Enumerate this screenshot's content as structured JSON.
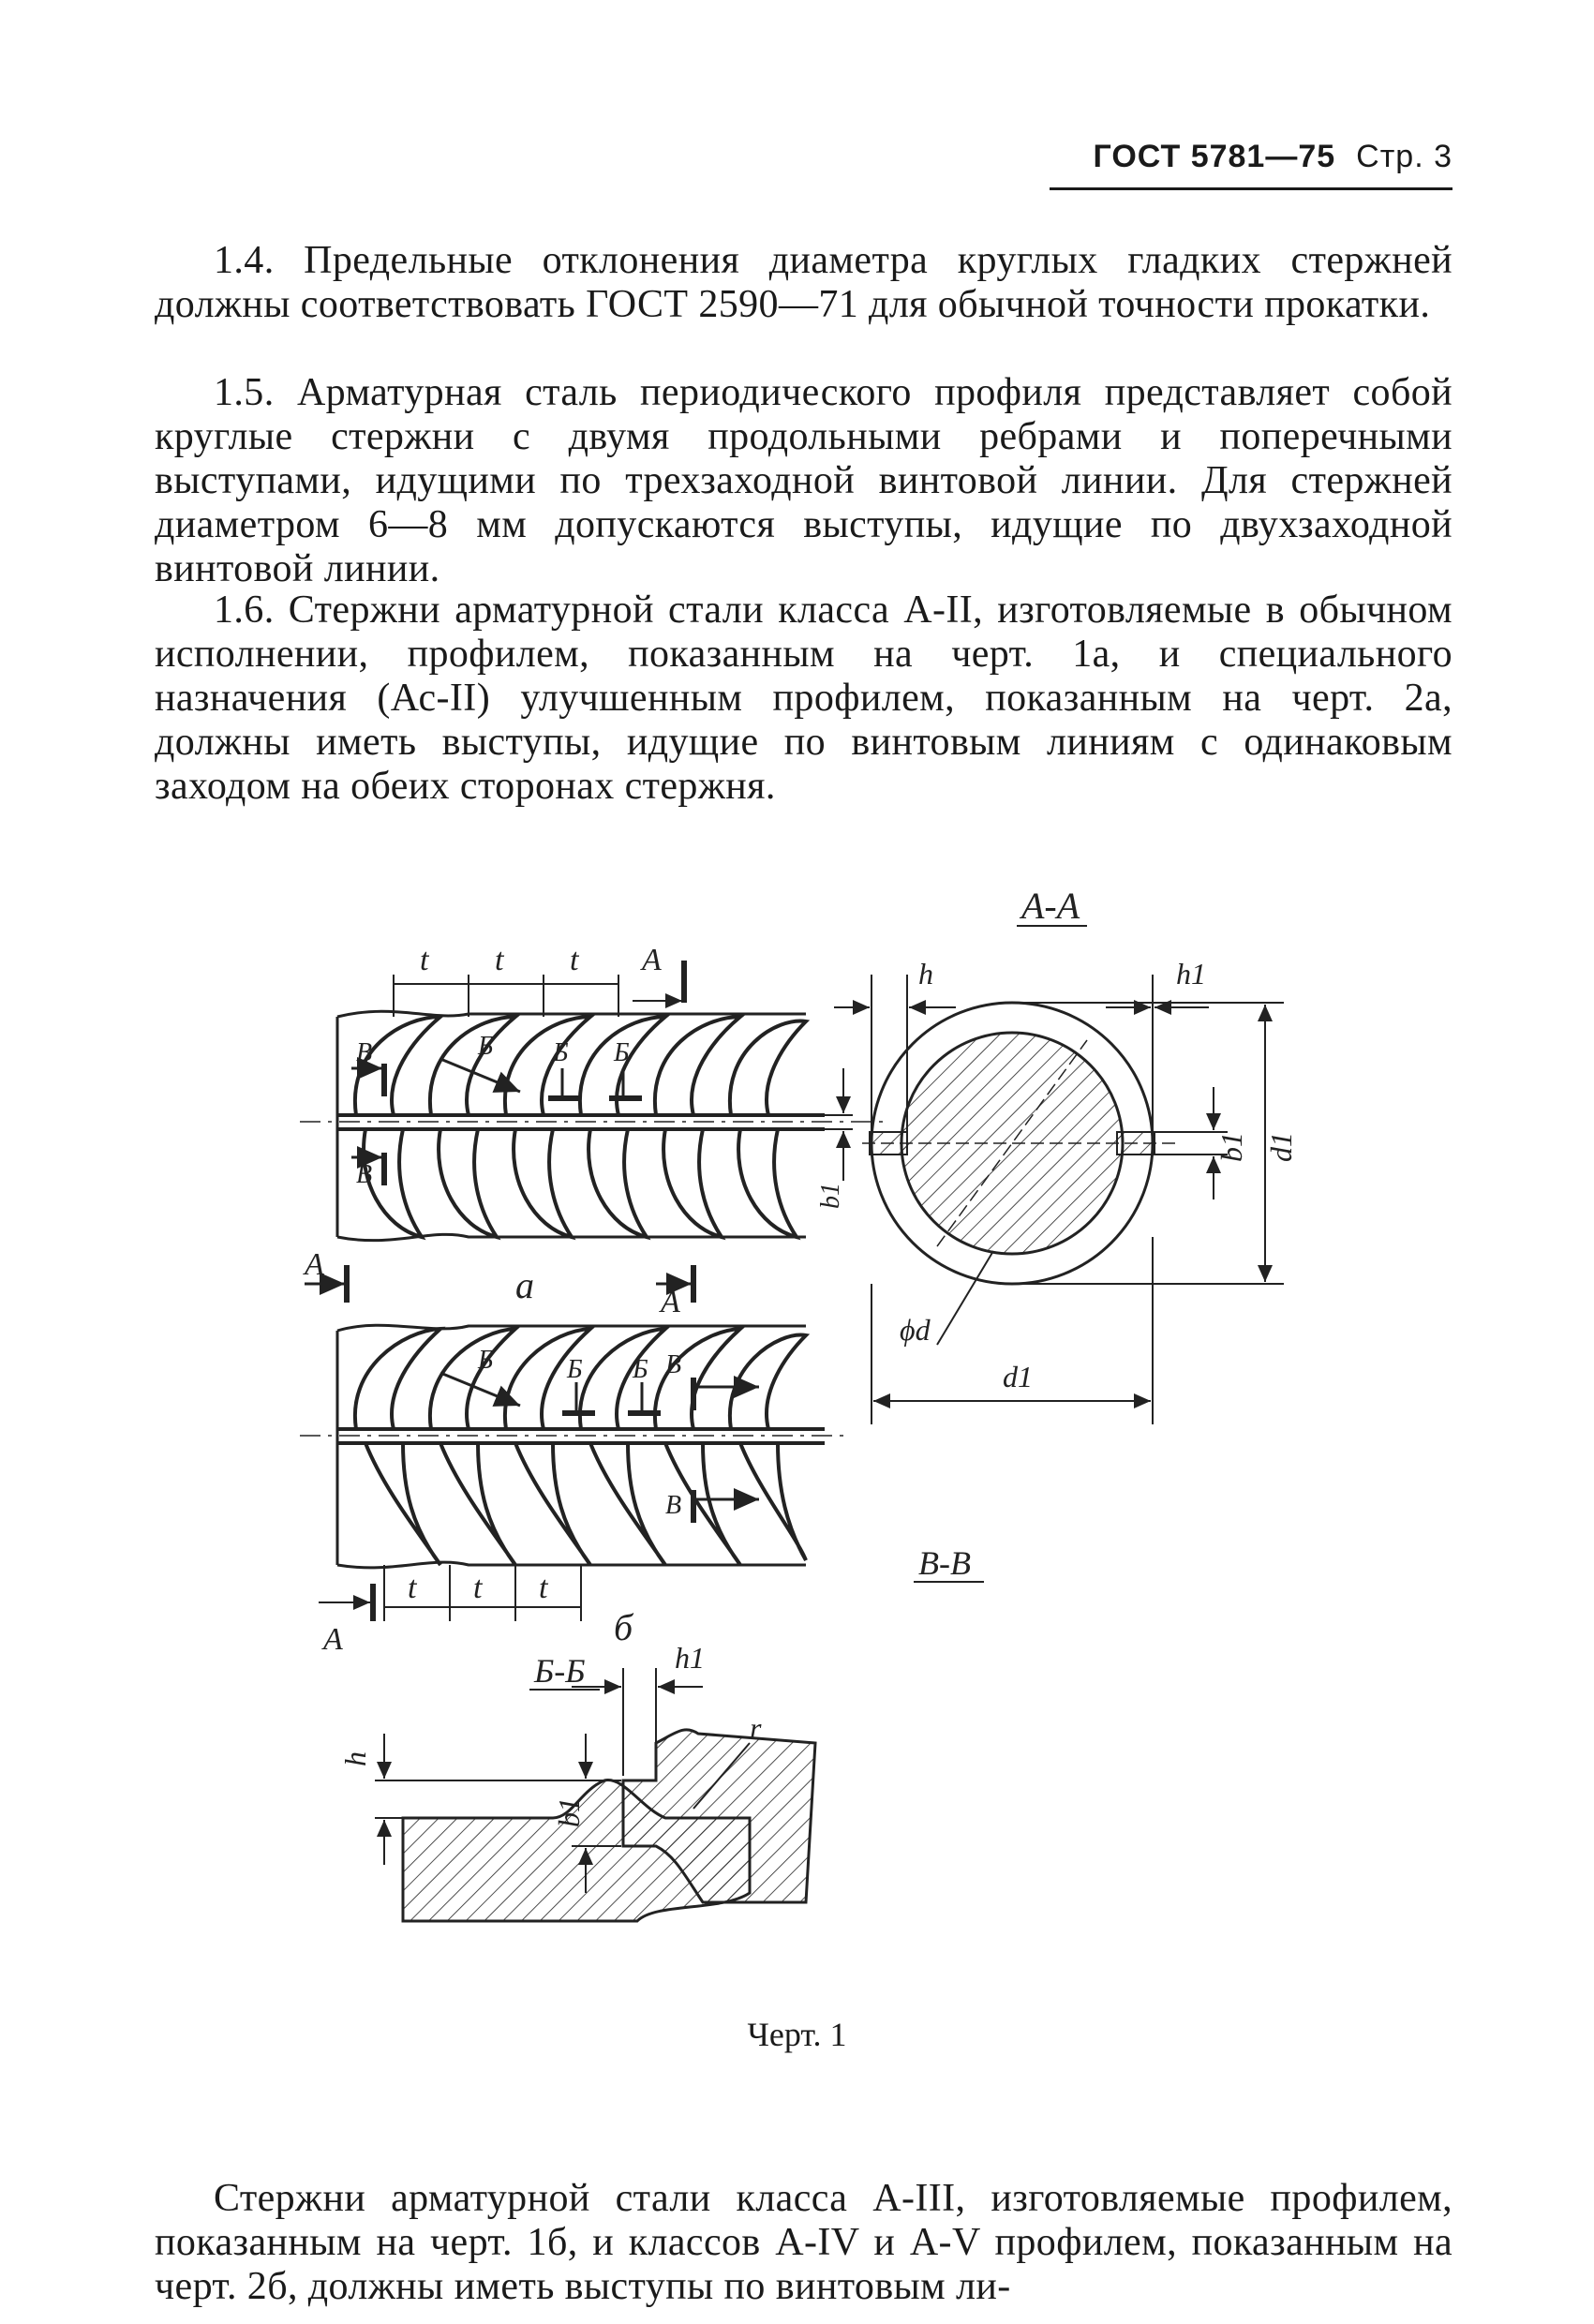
{
  "header": {
    "standard": "ГОСТ 5781—75",
    "page": "Стр. 3"
  },
  "paragraphs": {
    "p1_4": "1.4. Предельные отклонения диаметра круглых гладких стержней должны соответствовать ГОСТ 2590—71 для обычной точности прокатки.",
    "p1_5": "1.5. Арматурная сталь периодического профиля представляет собой круглые стержни с двумя продольными ребрами и поперечными выступами, идущими по трехзаходной винтовой линии. Для стержней диаметром 6—8 мм допускаются выступы, идущие по двухзаходной винтовой линии.",
    "p1_6": "1.6. Стержни арматурной стали класса А-II, изготовляемые в обычном исполнении, профилем, показанным на черт. 1а, и специального назначения (Ас-II) улучшенным профилем, показанным на черт. 2а, должны иметь выступы, идущие по винтовым линиям с одинаковым заходом на обеих сторонах стержня.",
    "p_bottom": "Стержни арматурной стали класса А-III, изготовляемые профилем, показанным на черт. 1б, и классов А-IV и А-V профилем, показанным на черт. 2б, должны иметь выступы по винтовым ли-"
  },
  "figure": {
    "caption": "Черт. 1",
    "labels": {
      "section_aa": "А-А",
      "section_bb": "Б-Б",
      "section_vv": "В-В",
      "t": "t",
      "a_mark": "А",
      "b_mark": "Б",
      "v_mark": "В",
      "h": "h",
      "h1": "h1",
      "b1": "b1",
      "d1": "d1",
      "phi_d": "ϕd",
      "r": "r",
      "variant_a": "а",
      "variant_b": "б"
    }
  }
}
